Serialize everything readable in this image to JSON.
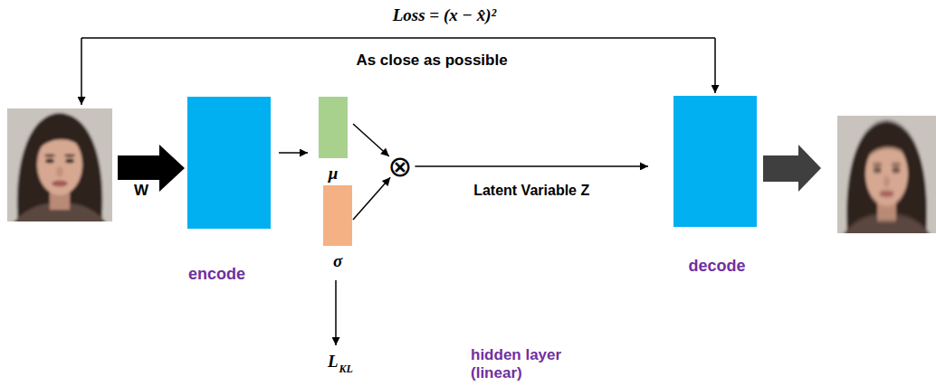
{
  "diagram": {
    "nodes": [
      {
        "text": [
          "encode"
        ]
      },
      {
        "text": [
          "μ"
        ]
      },
      {
        "text": [
          "σ"
        ]
      },
      {
        "text": [
          "⊗"
        ]
      },
      {
        "text": [
          "decode"
        ]
      }
    ],
    "edges": [
      {
        "from": 0,
        "to": 1,
        "arrow": "to"
      },
      {
        "from": 1,
        "to": 3,
        "arrow": "to"
      },
      {
        "from": 2,
        "to": 3,
        "arrow": "to"
      },
      {
        "from": 3,
        "to": 4,
        "label": "Latent Variable Z",
        "arrow": "to"
      }
    ],
    "labels": [
      "Loss = (x − x̂)²",
      "As close as possible",
      "W",
      "L",
      "KL",
      "hidden layer (linear)"
    ]
  }
}
